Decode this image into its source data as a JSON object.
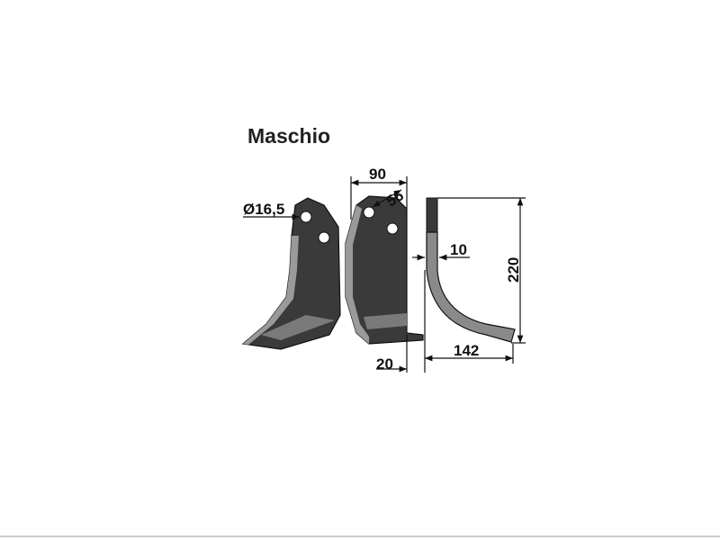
{
  "title": "Maschio",
  "dimensions": {
    "hole_diameter": "Ø16,5",
    "width": "90",
    "hole_spacing": "56",
    "thickness": "10",
    "height": "220",
    "blade_width": "20",
    "depth": "142"
  },
  "colors": {
    "blade_fill": "#3a3a3a",
    "blade_light": "#9a9a9a",
    "line": "#111111",
    "background": "#ffffff"
  }
}
